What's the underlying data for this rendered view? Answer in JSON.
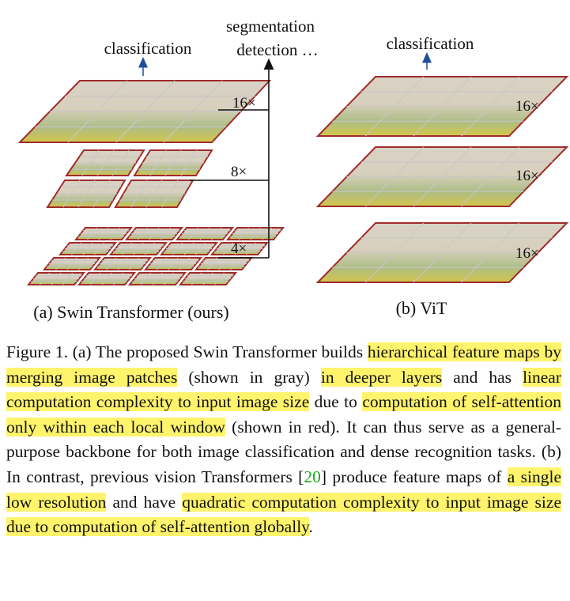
{
  "colors": {
    "window_border": "#a02b2b",
    "patch_grid": "#c7c7c7",
    "arrow_blue": "#1f4e9a",
    "highlight": "#fff46b",
    "reference_link": "#1aa81a"
  },
  "figure": {
    "swin": {
      "top_label": "classification",
      "branch_label_line1": "segmentation",
      "branch_label_line2": "detection …",
      "level_labels": [
        "16×",
        "8×",
        "4×"
      ],
      "sublabel": "(a) Swin Transformer (ours)"
    },
    "vit": {
      "top_label": "classification",
      "level_labels": [
        "16×",
        "16×",
        "16×"
      ],
      "sublabel": "(b) ViT"
    }
  },
  "caption": {
    "segments": [
      {
        "text": "Figure 1. (a) The proposed Swin Transformer builds ",
        "hl": false
      },
      {
        "text": "hierarchical feature maps by merging image patches",
        "hl": true
      },
      {
        "text": " (shown in gray) ",
        "hl": false
      },
      {
        "text": "in deeper layers",
        "hl": true
      },
      {
        "text": " and has ",
        "hl": false
      },
      {
        "text": "linear computation complexity to input image size",
        "hl": true
      },
      {
        "text": " due to ",
        "hl": false
      },
      {
        "text": "computation of self-attention only within each local window",
        "hl": true
      },
      {
        "text": " (shown in red). It can thus serve as a general-purpose backbone for both image classification and dense recognition tasks. (b) In contrast, previous vision Transformers [",
        "hl": false
      },
      {
        "text": "20",
        "hl": false,
        "ref": true
      },
      {
        "text": "] produce feature maps of ",
        "hl": false
      },
      {
        "text": "a single low resolution",
        "hl": true
      },
      {
        "text": " and have ",
        "hl": false
      },
      {
        "text": "quadratic computation complexity to input image size due to computation of self-attention globally",
        "hl": true
      },
      {
        "text": ".",
        "hl": false
      }
    ]
  }
}
